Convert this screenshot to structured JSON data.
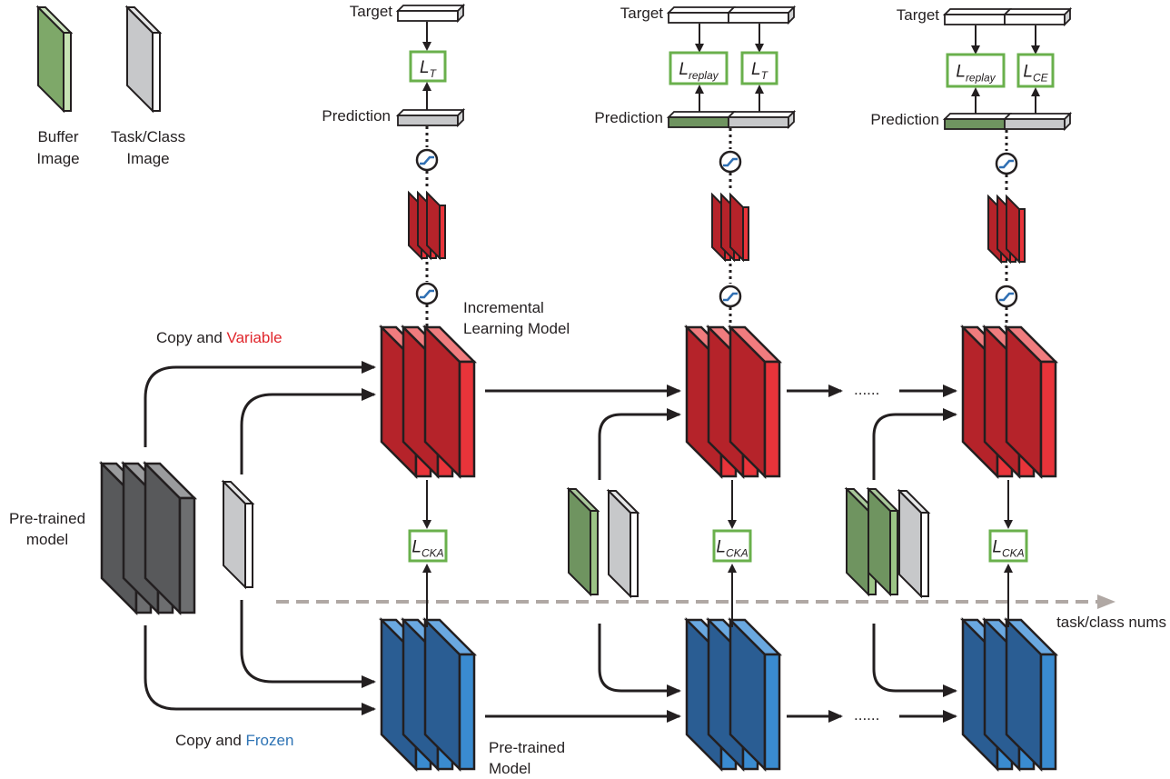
{
  "legend": {
    "buffer_line1": "Buffer",
    "buffer_line2": "Image",
    "task_line1": "Task/Class",
    "task_line2": "Image"
  },
  "labels": {
    "target": "Target",
    "prediction": "Prediction",
    "incremental_line1": "Incremental",
    "incremental_line2": "Learning Model",
    "copy_and": "Copy and ",
    "variable": "Variable",
    "frozen": "Frozen",
    "pretrained_line1": "Pre-trained",
    "pretrained_line2": "model",
    "pretrained_model_line1": "Pre-trained",
    "pretrained_model_line2": "Model",
    "axis": "task/class nums",
    "dots": "......"
  },
  "losses": {
    "L": "L",
    "sub_T": "T",
    "sub_replay": "replay",
    "sub_CE": "CE",
    "sub_CKA": "CKA"
  },
  "colors": {
    "red_front": "#e8343a",
    "red_side": "#b5232a",
    "red_top": "#f07c7e",
    "blue_front": "#3a8bd0",
    "blue_side": "#2a5d93",
    "blue_top": "#6aa8e0",
    "gray_front": "#6d6e70",
    "gray_side": "#58595b",
    "green_front": "#8dbf7a",
    "green_side": "#6a9a5b",
    "loss_border": "#6ab04c",
    "variable_text": "#e0262c",
    "frozen_text": "#2f74b5",
    "axis_arrow": "#b0a8a4"
  }
}
